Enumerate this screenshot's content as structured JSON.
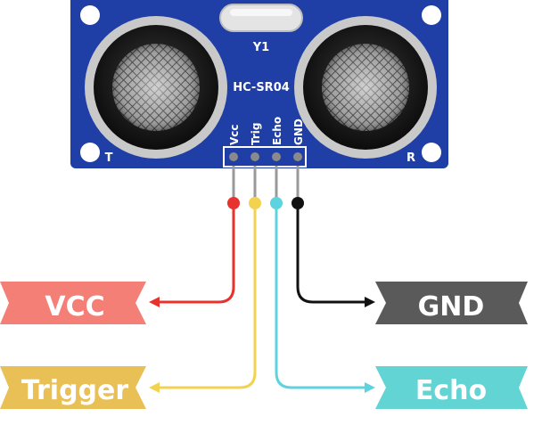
{
  "module": {
    "crystal_label": "Y1",
    "model_label": "HC-SR04",
    "transmitter_label": "T",
    "receiver_label": "R",
    "pins": [
      {
        "label": "Vcc",
        "wire_color": "#e8322d"
      },
      {
        "label": "Trig",
        "wire_color": "#f3d250"
      },
      {
        "label": "Echo",
        "wire_color": "#5ed3e0"
      },
      {
        "label": "GND",
        "wire_color": "#111111"
      }
    ],
    "board_color": "#1f3ea6"
  },
  "connections": {
    "vcc": {
      "label": "VCC",
      "color": "#f47f76"
    },
    "trigger": {
      "label": "Trigger",
      "color": "#e8c055"
    },
    "gnd": {
      "label": "GND",
      "color": "#5a5a5a"
    },
    "echo": {
      "label": "Echo",
      "color": "#63d4d4"
    }
  }
}
